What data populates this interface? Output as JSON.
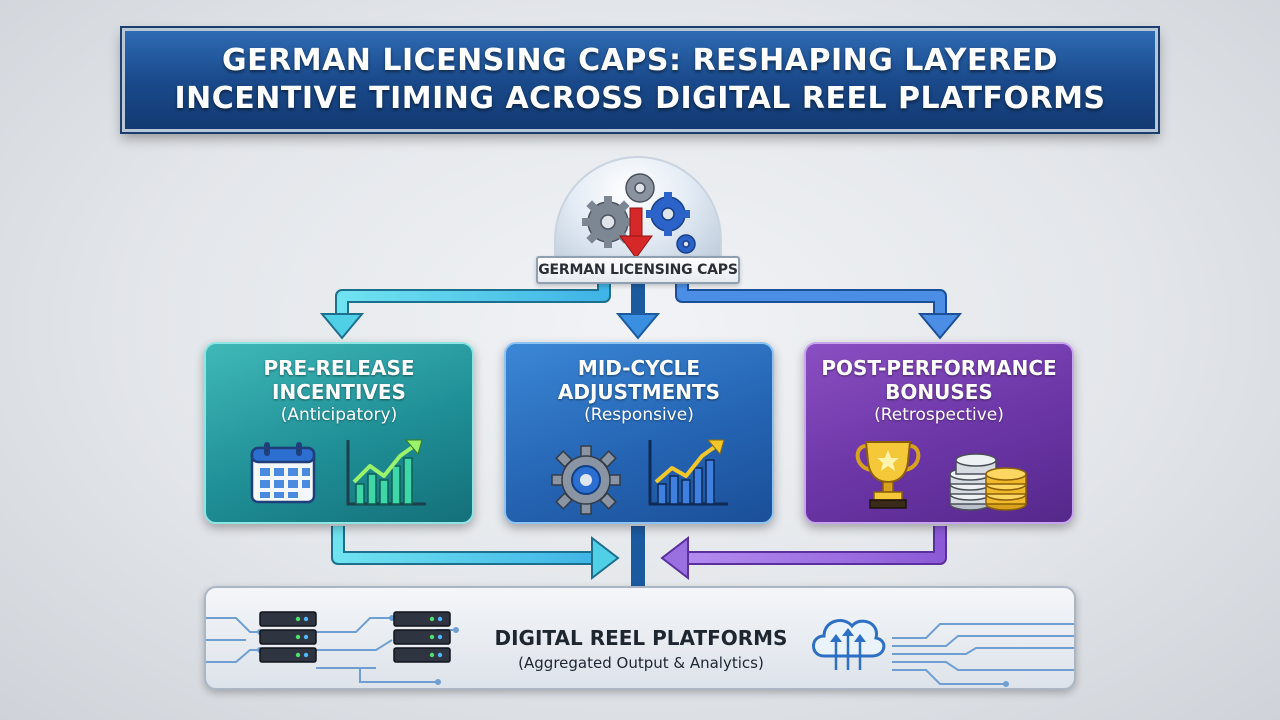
{
  "title": {
    "line1": "GERMAN LICENSING CAPS: RESHAPING LAYERED",
    "line2": "INCENTIVE TIMING ACROSS DIGITAL REEL PLATFORMS"
  },
  "source_node": {
    "label": "GERMAN LICENSING CAPS",
    "icon": "gears-with-down-arrow-icon"
  },
  "stages": [
    {
      "title_line1": "PRE-RELEASE",
      "title_line2": "INCENTIVES",
      "subtitle": "(Anticipatory)",
      "icons": [
        "calendar-icon",
        "growth-chart-icon"
      ],
      "color": "#1f8f96"
    },
    {
      "title_line1": "MID-CYCLE",
      "title_line2": "ADJUSTMENTS",
      "subtitle": "(Responsive)",
      "icons": [
        "gear-icon",
        "growth-chart-icon"
      ],
      "color": "#2565b4"
    },
    {
      "title_line1": "POST-PERFORMANCE",
      "title_line2": "BONUSES",
      "subtitle": "(Retrospective)",
      "icons": [
        "trophy-icon",
        "coin-stack-icon"
      ],
      "color": "#6b35a6"
    }
  ],
  "platforms": {
    "title": "DIGITAL REEL PLATFORMS",
    "subtitle": "(Aggregated Output & Analytics)",
    "icons": [
      "server-rack-icon",
      "cloud-upload-icon",
      "circuit-lines-icon"
    ]
  },
  "colors": {
    "banner": "#1a4a8c",
    "arrow_teal": "#4fd0e6",
    "arrow_blue": "#3a8fe0",
    "arrow_purple": "#9a6fe0",
    "caps_arrow_red": "#d62828"
  }
}
